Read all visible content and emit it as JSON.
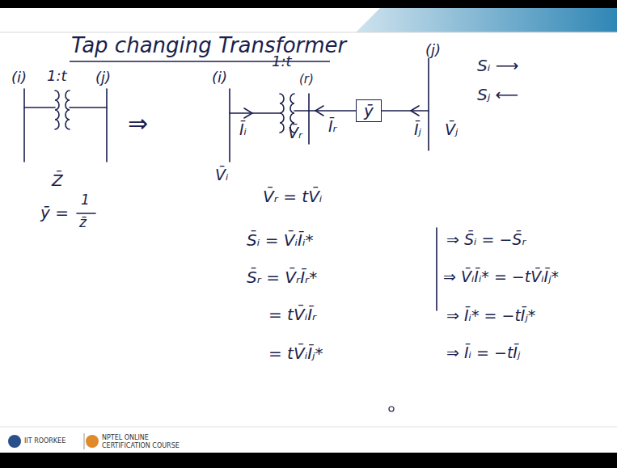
{
  "diagram": {
    "title": "Tap changing Transformer",
    "nodes": [
      {
        "text": [
          "ȳ"
        ]
      }
    ],
    "labels": [
      "(i)",
      "1:t",
      "(j)",
      "Z̄",
      "ȳ =",
      "1",
      "z̄",
      "⇒",
      "(i)",
      "1:t",
      "(r)",
      "(j)",
      "Sᵢ ⟶",
      "Sⱼ ⟵",
      "Īᵢ",
      "V̄ᵣ",
      "Īᵣ",
      "Īⱼ",
      "V̄ⱼ",
      "V̄ᵢ",
      "V̄ᵣ = tV̄ᵢ",
      "S̄ᵢ = V̄ᵢĪᵢ*",
      "S̄ᵣ = V̄ᵣĪᵣ*",
      "= tV̄ᵢĪᵣ",
      "= tV̄ᵢĪⱼ*",
      "⇒ S̄ᵢ = −S̄ᵣ",
      "⇒ V̄ᵢĪᵢ* = −tV̄ᵢĪⱼ*",
      "⇒ Īᵢ* = −tĪⱼ*",
      "⇒ Īᵢ = −tĪⱼ",
      "IIT ROORKEE",
      "NPTEL ONLINE",
      "CERTIFICATION COURSE"
    ]
  }
}
